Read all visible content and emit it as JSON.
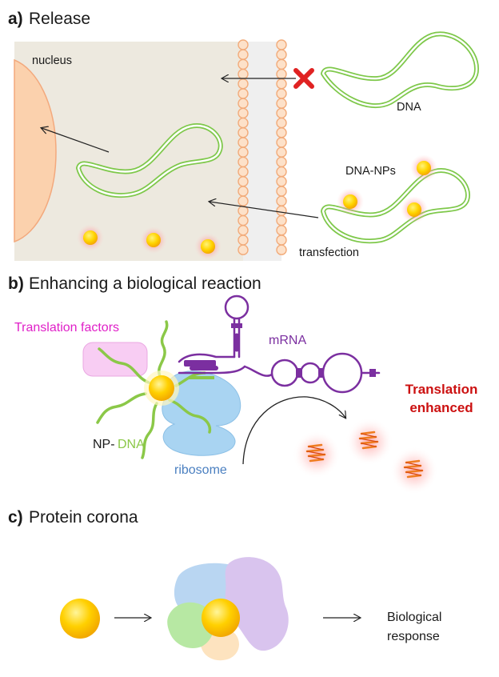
{
  "panel_a": {
    "letter": "a)",
    "title": "Release",
    "nucleus_label": "nucleus",
    "dna_label": "DNA",
    "dna_nps_label": "DNA-NPs",
    "transfection_label": "transfection"
  },
  "panel_b": {
    "letter": "b)",
    "title": "Enhancing a biological reaction",
    "translation_factors_label": "Translation factors",
    "mrna_label": "mRNA",
    "np_label_prefix": "NP-",
    "np_label_suffix": "DNA",
    "ribosome_label": "ribosome",
    "enhanced_line1": "Translation",
    "enhanced_line2": "enhanced"
  },
  "panel_c": {
    "letter": "c)",
    "title": "Protein corona",
    "response_line1": "Biological",
    "response_line2": "response"
  },
  "colors": {
    "dna_green": "#7ec84a",
    "mrna_purple": "#7b2fa0",
    "translation_factors_magenta": "#e020c8",
    "ribosome_blue": "#4a7fc0",
    "enhanced_red": "#cc1111",
    "nucleus_fill": "#fbd1ad",
    "cell_fill": "#ede9df"
  }
}
